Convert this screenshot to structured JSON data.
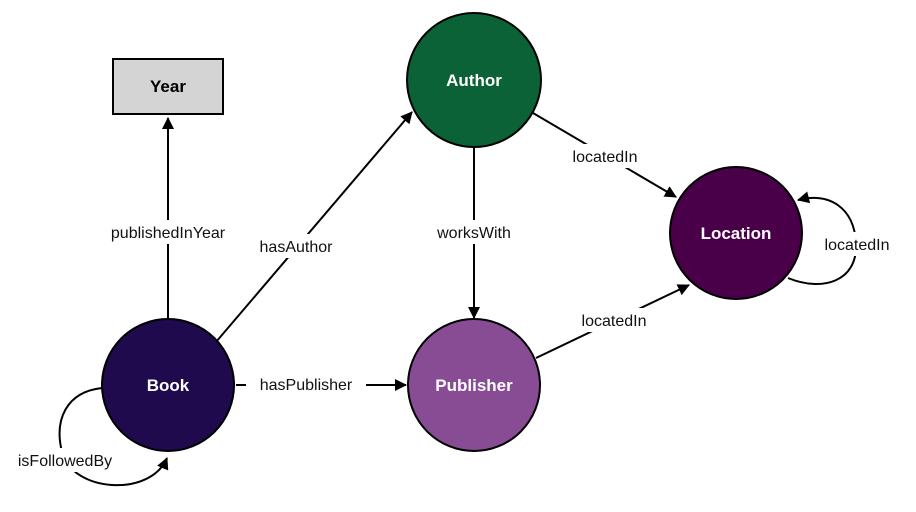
{
  "colors": {
    "book": "#1f0a4e",
    "author": "#0b6236",
    "location": "#4a0048",
    "publisher": "#884c94",
    "year_fill": "#d4d4d4",
    "edge": "#000000"
  },
  "nodes": {
    "year": "Year",
    "author": "Author",
    "location": "Location",
    "book": "Book",
    "publisher": "Publisher"
  },
  "edges": {
    "published_in_year": "publishedInYear",
    "has_author": "hasAuthor",
    "works_with": "worksWith",
    "author_located_in": "locatedIn",
    "location_located_in": "locatedIn",
    "publisher_located_in": "locatedIn",
    "has_publisher": "hasPublisher",
    "is_followed_by": "isFollowedBy"
  }
}
